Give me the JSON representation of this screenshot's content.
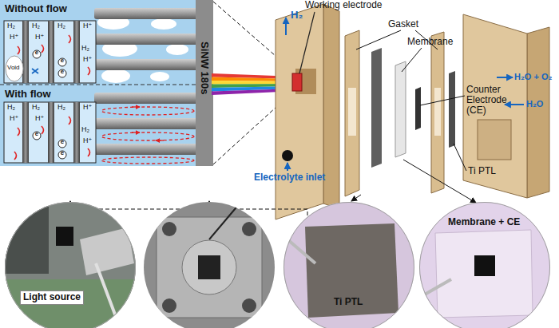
{
  "diagram": {
    "nodes": [
      {
        "text": [
          "Without flow"
        ]
      },
      {
        "text": [
          "With flow"
        ]
      },
      {
        "text": [
          "Light source"
        ]
      },
      {
        "text": [
          "Ti PTL"
        ]
      },
      {
        "text": [
          "Membrane + CE"
        ]
      }
    ],
    "labels": [
      "SiNW 180s",
      "Working electrode",
      "H₂",
      "Gasket",
      "Membrane",
      "Counter Electrode (CE)",
      "Ti PTL",
      "H₂O + O₂",
      "H₂O",
      "Electrolyte inlet",
      "H₂",
      "H⁺",
      "H₂",
      "H⁺",
      "e",
      "e",
      "e",
      "H₂",
      "H⁺",
      "H₂",
      "H⁺",
      "Void",
      "H₂",
      "H⁺",
      "H₂",
      "H⁺",
      "e",
      "e",
      "e",
      "H₂",
      "H⁺",
      "H₂",
      "H⁺"
    ]
  }
}
